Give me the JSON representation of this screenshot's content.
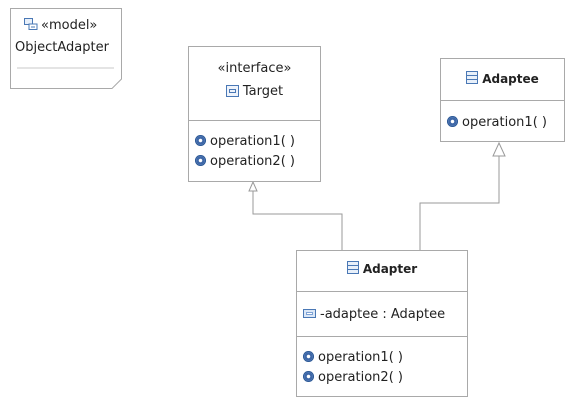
{
  "model": {
    "stereotype": "«model»",
    "name": "ObjectAdapter"
  },
  "target": {
    "stereotype": "«interface»",
    "name": "Target",
    "operations": [
      "operation1( )",
      "operation2( )"
    ]
  },
  "adaptee": {
    "name": "Adaptee",
    "operations": [
      "operation1( )"
    ]
  },
  "adapter": {
    "name": "Adapter",
    "attributes": [
      "-adaptee : Adaptee"
    ],
    "operations": [
      "operation1( )",
      "operation2( )"
    ]
  }
}
